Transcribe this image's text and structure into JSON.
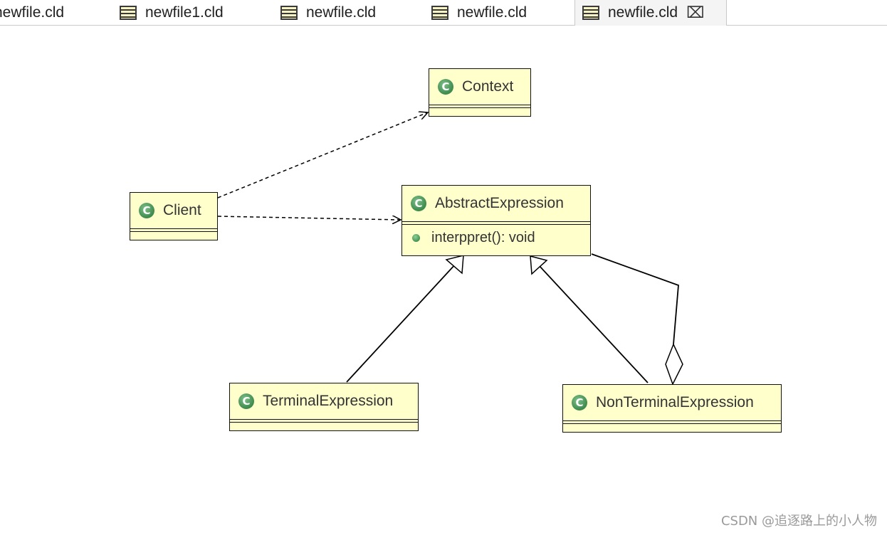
{
  "tabs": [
    {
      "label": "newfile.cld"
    },
    {
      "label": "newfile1.cld"
    },
    {
      "label": "newfile.cld"
    },
    {
      "label": "newfile.cld"
    },
    {
      "label": "newfile.cld",
      "active": true
    }
  ],
  "classes": {
    "context": {
      "name": "Context"
    },
    "client": {
      "name": "Client"
    },
    "abstract_expression": {
      "name": "AbstractExpression",
      "operation": "interppret(): void"
    },
    "terminal_expression": {
      "name": "TerminalExpression"
    },
    "non_terminal_expression": {
      "name": "NonTerminalExpression"
    }
  },
  "icons": {
    "class": "class-c-icon",
    "tab": "class-diagram-file-icon",
    "close": "close-icon",
    "operation": "public-method-icon"
  },
  "watermark": "CSDN @追逐路上的小人物"
}
